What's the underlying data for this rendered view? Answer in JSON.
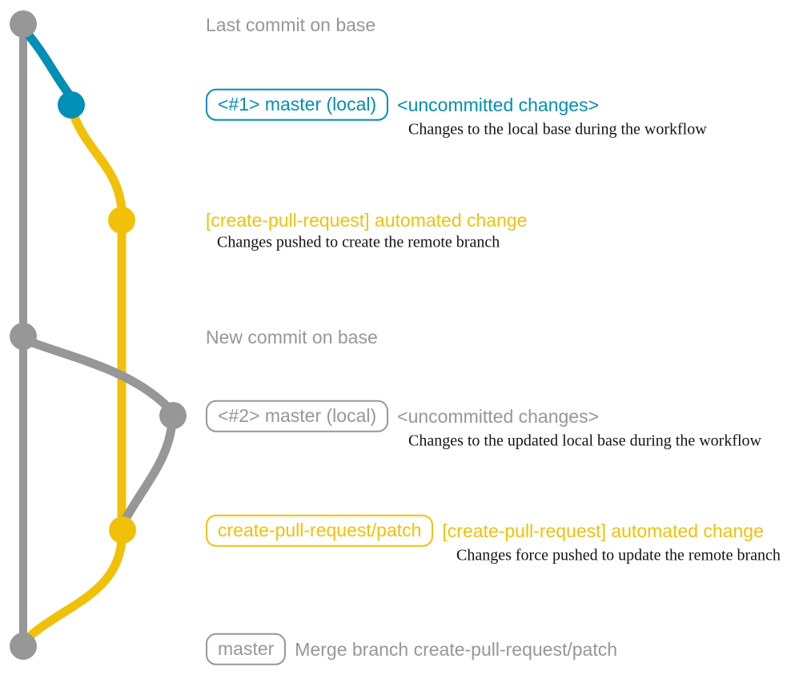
{
  "colors": {
    "gray": "#979797",
    "blue": "#008fb5",
    "yellow": "#f1c109",
    "annotation_text": "#141414",
    "background": "#ffffff"
  },
  "graph": {
    "branch_colors": {
      "base": "#979797",
      "local_master": "#008fb5",
      "create_pull_request_patch": "#f1c109"
    }
  },
  "rows": [
    {
      "text": "Last commit on base"
    },
    {
      "badge": "<#1> master (local)",
      "heading": "<uncommitted changes>",
      "annotation": "Changes to the local base during the workflow"
    },
    {
      "heading": "[create-pull-request] automated change",
      "annotation": "Changes pushed to create the remote branch"
    },
    {
      "text": "New commit on base"
    },
    {
      "badge": "<#2> master (local)",
      "heading": "<uncommitted changes>",
      "annotation": "Changes to the updated local base during the workflow"
    },
    {
      "badge": "create-pull-request/patch",
      "heading": "[create-pull-request] automated change",
      "annotation": "Changes force pushed to update the remote branch"
    },
    {
      "badge": "master",
      "heading": "Merge branch create-pull-request/patch"
    }
  ]
}
